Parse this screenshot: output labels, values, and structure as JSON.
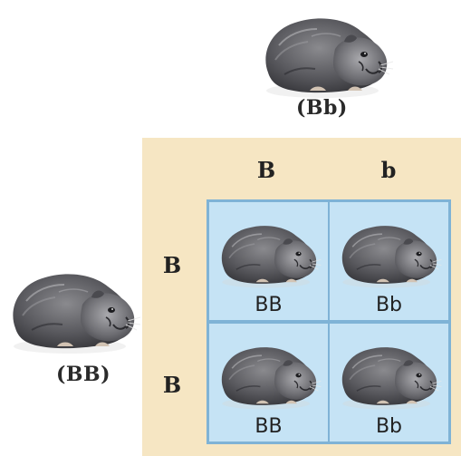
{
  "male_parent": {
    "genotype": "(Bb)"
  },
  "female_parent": {
    "genotype": "(BB)"
  },
  "punnett": {
    "top_alleles": [
      "B",
      "b"
    ],
    "left_alleles": [
      "B",
      "B"
    ],
    "cells": [
      {
        "genotype": "BB"
      },
      {
        "genotype": "Bb"
      },
      {
        "genotype": "BB"
      },
      {
        "genotype": "Bb"
      }
    ]
  },
  "icons": {
    "offspring": "guinea-pig-icon"
  },
  "colors": {
    "square_background": "#f6e6c3",
    "cell_fill": "#c5e3f5",
    "cell_border": "#7fb3d6"
  }
}
